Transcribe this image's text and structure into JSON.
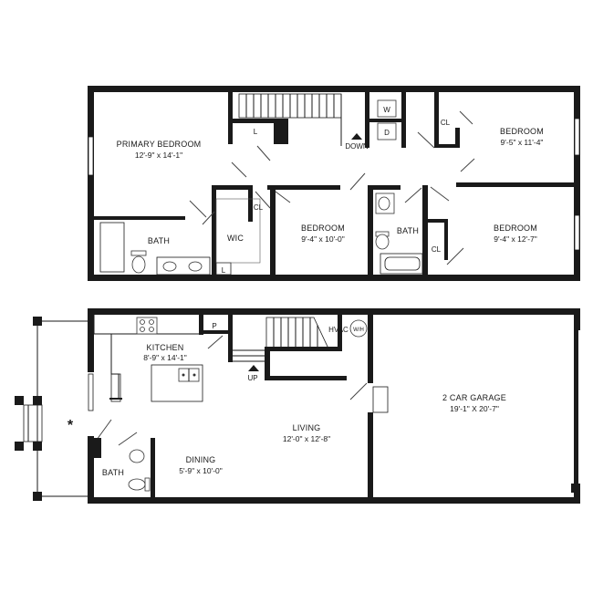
{
  "upper": {
    "primary_bedroom": {
      "name": "PRIMARY BEDROOM",
      "dims": "12'-9\" x 14'-1\""
    },
    "bedroom_ne": {
      "name": "BEDROOM",
      "dims": "9'-5\" x 11'-4\""
    },
    "bedroom_mid": {
      "name": "BEDROOM",
      "dims": "9'-4\" x 10'-0\""
    },
    "bedroom_se": {
      "name": "BEDROOM",
      "dims": "9'-4\" x 12'-7\""
    },
    "bath_primary": "BATH",
    "bath_hall": "BATH",
    "wic": "WIC",
    "closet_ne": "CL",
    "closet_mid": "CL",
    "closet_se": "CL",
    "linen_top": "L",
    "linen_wic": "L",
    "washer": "W",
    "dryer": "D",
    "stair_down": "DOWN"
  },
  "lower": {
    "kitchen": {
      "name": "KITCHEN",
      "dims": "8'-9\" x 14'-1\""
    },
    "living": {
      "name": "LIVING",
      "dims": "12'-0\" x 12'-8\""
    },
    "dining": {
      "name": "DINING",
      "dims": "5'-9\" x 10'-0\""
    },
    "garage": {
      "name": "2 CAR GARAGE",
      "dims": "19'-1\" X 20'-7\""
    },
    "bath": "BATH",
    "pantry": "P",
    "hvac": "HVAC",
    "water_heater": "W/H",
    "stair_up": "UP",
    "entry_marker": "*"
  }
}
